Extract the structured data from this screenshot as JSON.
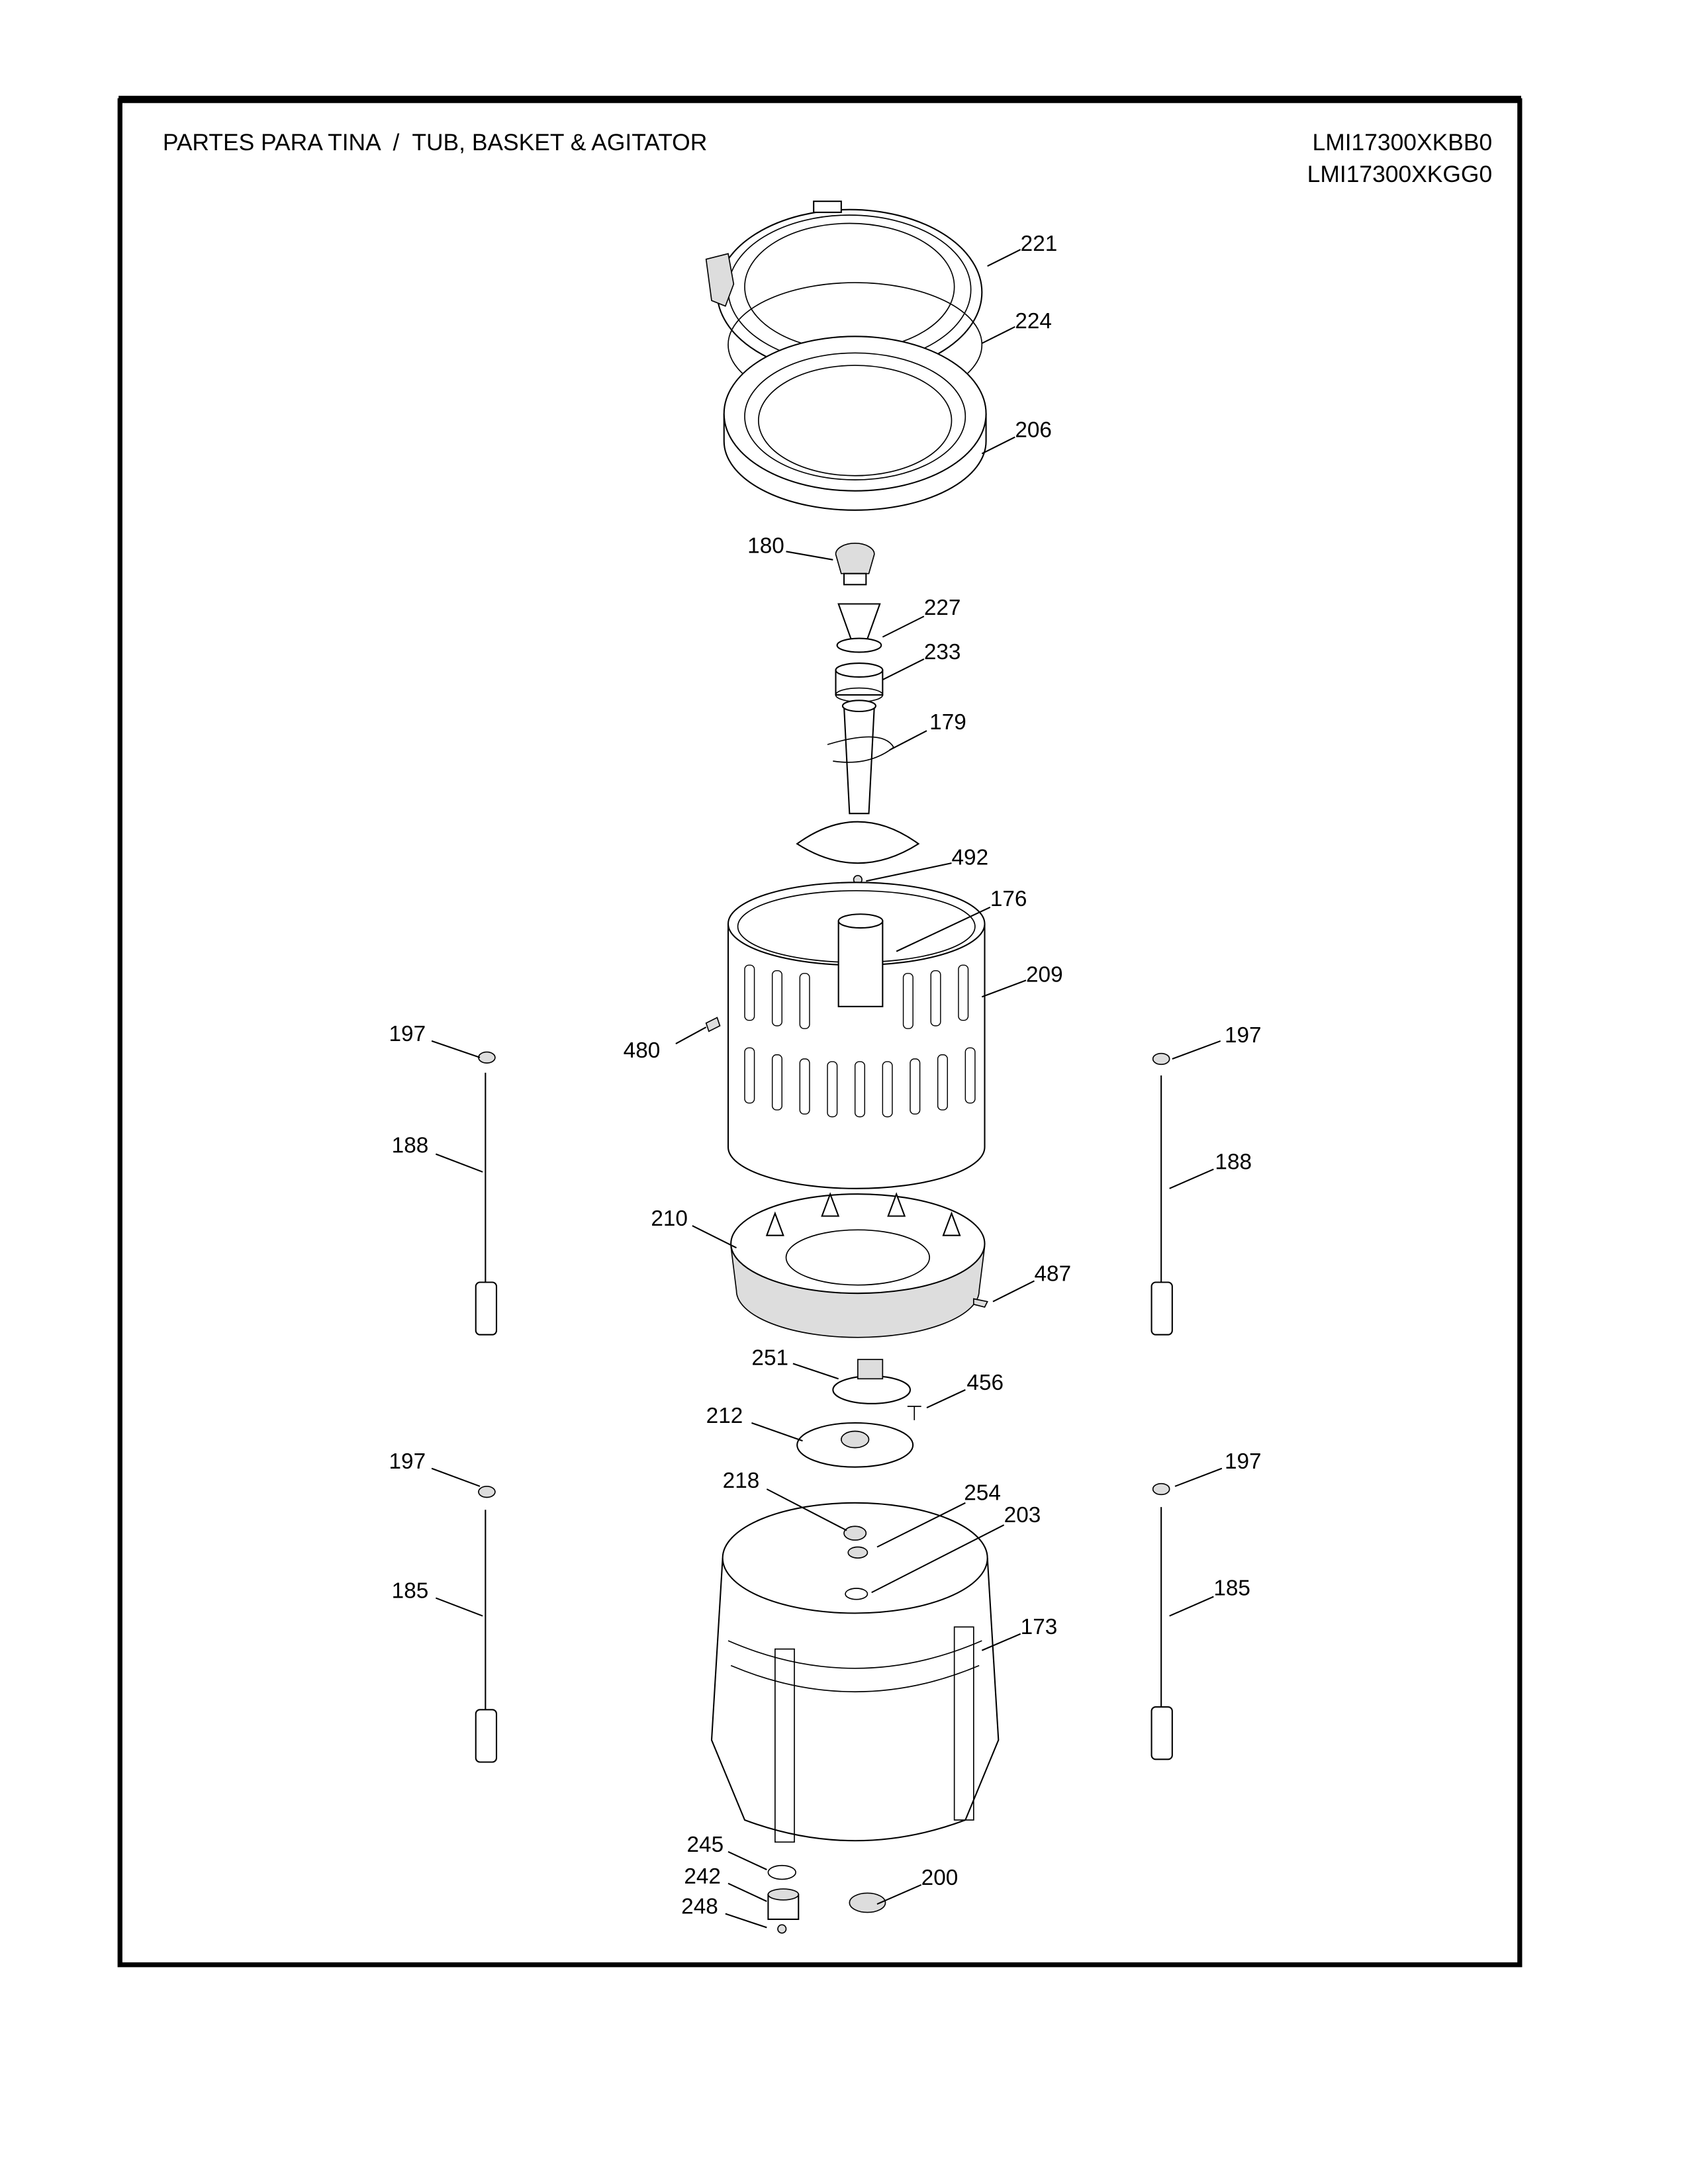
{
  "header": {
    "title": "PARTES PARA TINA  /  TUB, BASKET & AGITATOR",
    "models": [
      "LMI17300XKBB0",
      "LMI17300XKGG0"
    ]
  },
  "callouts": [
    "221",
    "224",
    "206",
    "180",
    "227",
    "233",
    "179",
    "492",
    "176",
    "209",
    "480",
    "197",
    "188",
    "197",
    "188",
    "210",
    "487",
    "251",
    "456",
    "212",
    "197",
    "197",
    "218",
    "254",
    "203",
    "185",
    "185",
    "173",
    "245",
    "242",
    "248",
    "200"
  ]
}
